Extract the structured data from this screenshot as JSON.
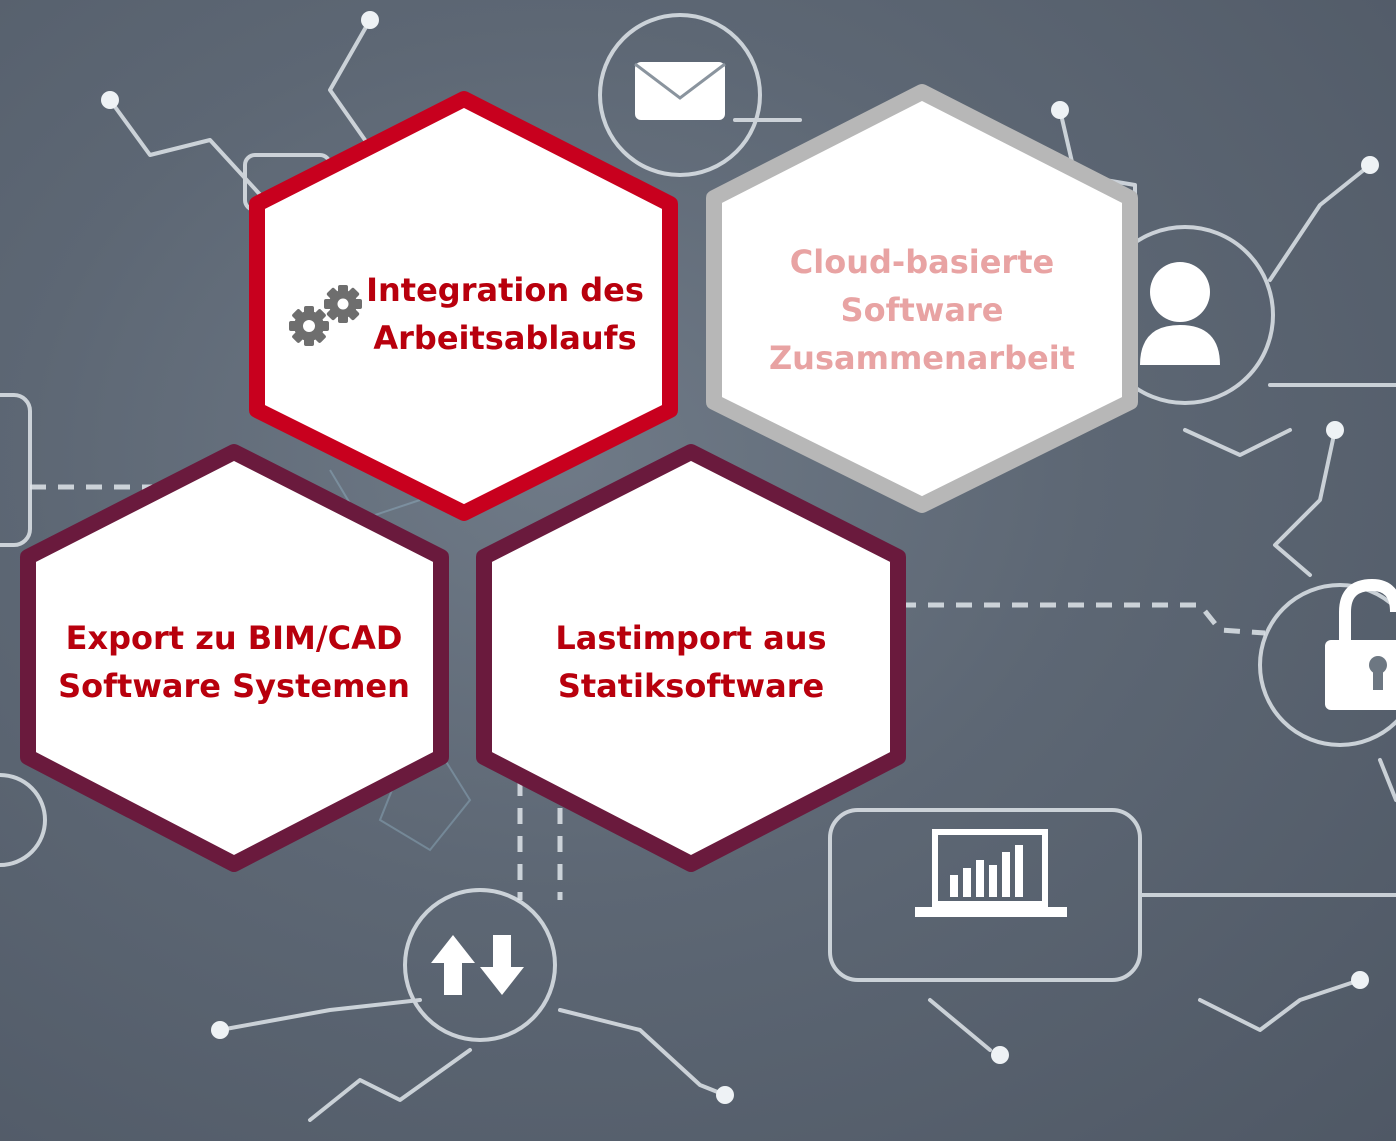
{
  "colors": {
    "accent_red": "#c8001e",
    "border_maroon": "#6a1a3d",
    "border_gray": "#b7b7b7",
    "text_red": "#b8000d",
    "text_pink": "#e8a3a3",
    "hex_fill": "#ffffff",
    "icon_gray": "#6e6e6e",
    "line_white": "#dfe5ea"
  },
  "hexagons": {
    "integration": {
      "lines": [
        "Integration des",
        "Arbeitsablaufs"
      ],
      "icon": "gears-icon",
      "state": "active"
    },
    "cloud": {
      "lines": [
        "Cloud-basierte",
        "Software",
        "Zusammenarbeit"
      ],
      "state": "inactive"
    },
    "export": {
      "lines": [
        "Export zu BIM/CAD",
        "Software Systemen"
      ]
    },
    "lastimport": {
      "lines": [
        "Lastimport aus",
        "Statiksoftware"
      ]
    }
  },
  "background_icons": [
    "envelope-icon",
    "user-icon",
    "padlock-icon",
    "laptop-chart-icon",
    "up-down-arrows-icon",
    "network-nodes"
  ]
}
